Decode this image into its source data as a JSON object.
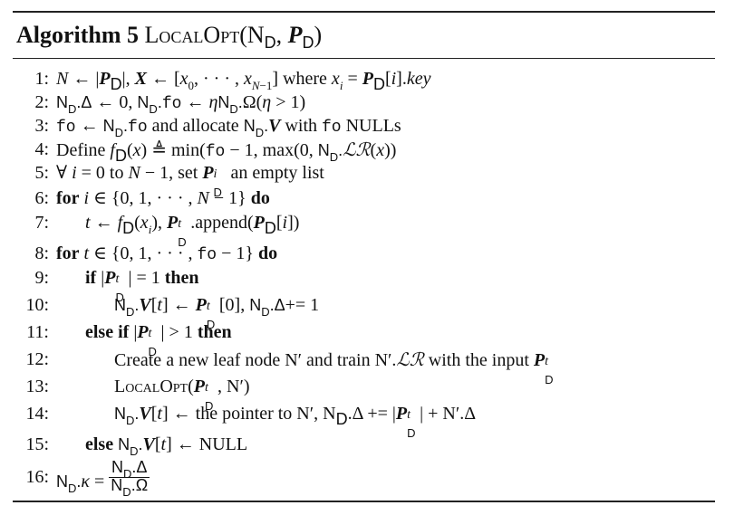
{
  "algorithm": {
    "label": "Algorithm 5",
    "name": "LocalOpt",
    "args": "(N",
    "args_sub": "D",
    "args_mid": ", ",
    "args_p": "P",
    "args_end": ")"
  },
  "lines": [
    {
      "n": "1:"
    },
    {
      "n": "2:"
    },
    {
      "n": "3:"
    },
    {
      "n": "4:"
    },
    {
      "n": "5:"
    },
    {
      "n": "6:"
    },
    {
      "n": "7:"
    },
    {
      "n": "8:"
    },
    {
      "n": "9:"
    },
    {
      "n": "10:"
    },
    {
      "n": "11:"
    },
    {
      "n": "12:"
    },
    {
      "n": "13:"
    },
    {
      "n": "14:"
    },
    {
      "n": "15:"
    },
    {
      "n": "16:"
    }
  ],
  "text": {
    "where": " where ",
    "key": "key",
    "and_allocate": " and allocate ",
    "with": " with ",
    "nulls": " NULLs",
    "define": "Define ",
    "min": " min(",
    "max": ", max(0, ",
    "forall_to": " = 0 to ",
    "set": ", set ",
    "empty_list": " an empty list",
    "for": "for",
    "do": "do",
    "append": ".append(",
    "if": "if",
    "then": "then",
    "else_if": "else if",
    "else": "else",
    "null": "NULL",
    "create": "Create a new leaf node N′ and train N′.",
    "with_input": " with the input ",
    "local_opt": "LocalOpt",
    "pointer": " the pointer to N′, N",
    "fo": "fo"
  }
}
